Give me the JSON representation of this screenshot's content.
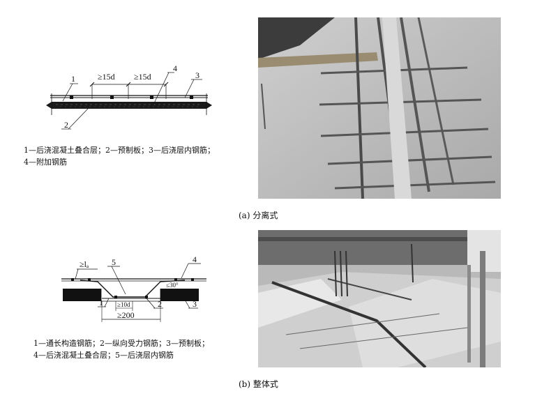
{
  "figure_a": {
    "labels": {
      "n1": "1",
      "n2": "2",
      "n3": "3",
      "n4": "4",
      "dim1": "≥15d",
      "dim2": "≥15d"
    },
    "legend": {
      "line1": "1—后浇混凝土叠合层；2—预制板；3—后浇层内钢筋；",
      "line2": "4—附加钢筋"
    },
    "caption": "(a) 分离式"
  },
  "figure_b": {
    "labels": {
      "n1": "1",
      "n2": "2",
      "n3": "3",
      "n4": "4",
      "n5": "5",
      "anchor": "≥lₐ",
      "angle": "≤30°",
      "gap": "≥10d",
      "width": "≥200"
    },
    "legend": {
      "line1": "1—通长构造钢筋；2—纵向受力钢筋；3—预制板；",
      "line2": "4—后浇混凝土叠合层；5—后浇层内钢筋"
    },
    "caption": "(b) 整体式"
  }
}
